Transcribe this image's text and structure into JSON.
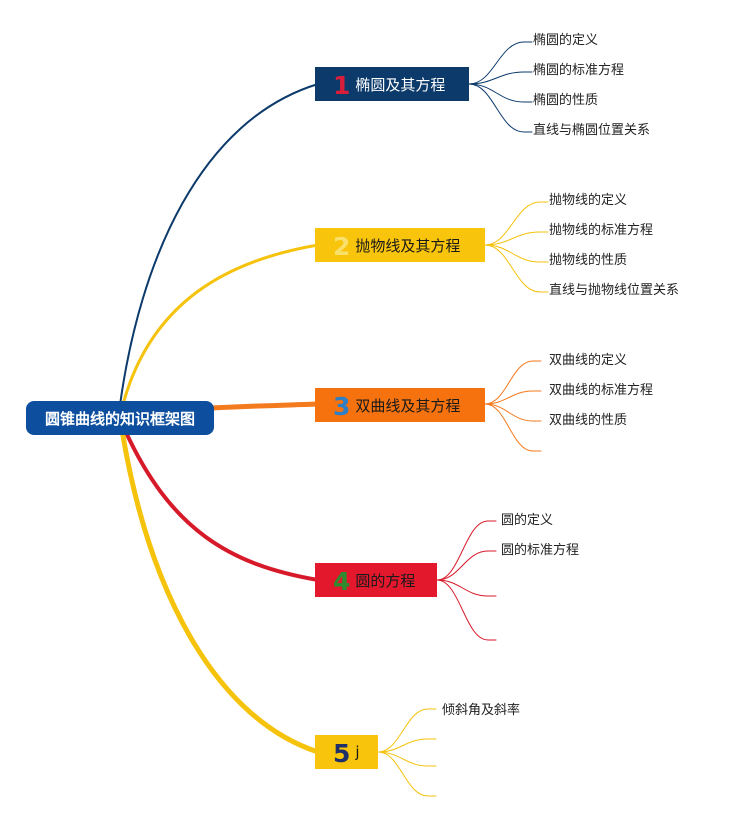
{
  "root": {
    "label": "圆锥曲线的知识框架图"
  },
  "branches": [
    {
      "number": "1",
      "label": "椭圆及其方程",
      "color": "#0b3a6b",
      "box_color": "#0b3a6b",
      "number_color": "#d81e3a",
      "label_color": "#ffffff",
      "leaves": [
        "椭圆的定义",
        "椭圆的标准方程",
        "椭圆的性质",
        "直线与椭圆位置关系"
      ]
    },
    {
      "number": "2",
      "label": "抛物线及其方程",
      "color": "#f5c20c",
      "box_color": "#f8c40c",
      "number_color": "#f9e06a",
      "label_color": "#1a1a1a",
      "leaves": [
        "抛物线的定义",
        "抛物线的标准方程",
        "抛物线的性质",
        "直线与抛物线位置关系"
      ]
    },
    {
      "number": "3",
      "label": "双曲线及其方程",
      "color": "#f47a1e",
      "box_color": "#f5720f",
      "number_color": "#2e7fc6",
      "label_color": "#1a1a1a",
      "leaves": [
        "双曲线的定义",
        "双曲线的标准方程",
        "双曲线的性质",
        ""
      ]
    },
    {
      "number": "4",
      "label": "圆的方程",
      "color": "#d71a2a",
      "box_color": "#e3182d",
      "number_color": "#2e8b2e",
      "label_color": "#1a1a1a",
      "leaves": [
        "圆的定义",
        "圆的标准方程",
        "",
        ""
      ]
    },
    {
      "number": "5",
      "label": "j",
      "color": "#f5c20c",
      "box_color": "#f8c40c",
      "number_color": "#1f2f6a",
      "label_color": "#1a1a1a",
      "leaves": [
        "倾斜角及斜率",
        "",
        "",
        ""
      ]
    }
  ]
}
